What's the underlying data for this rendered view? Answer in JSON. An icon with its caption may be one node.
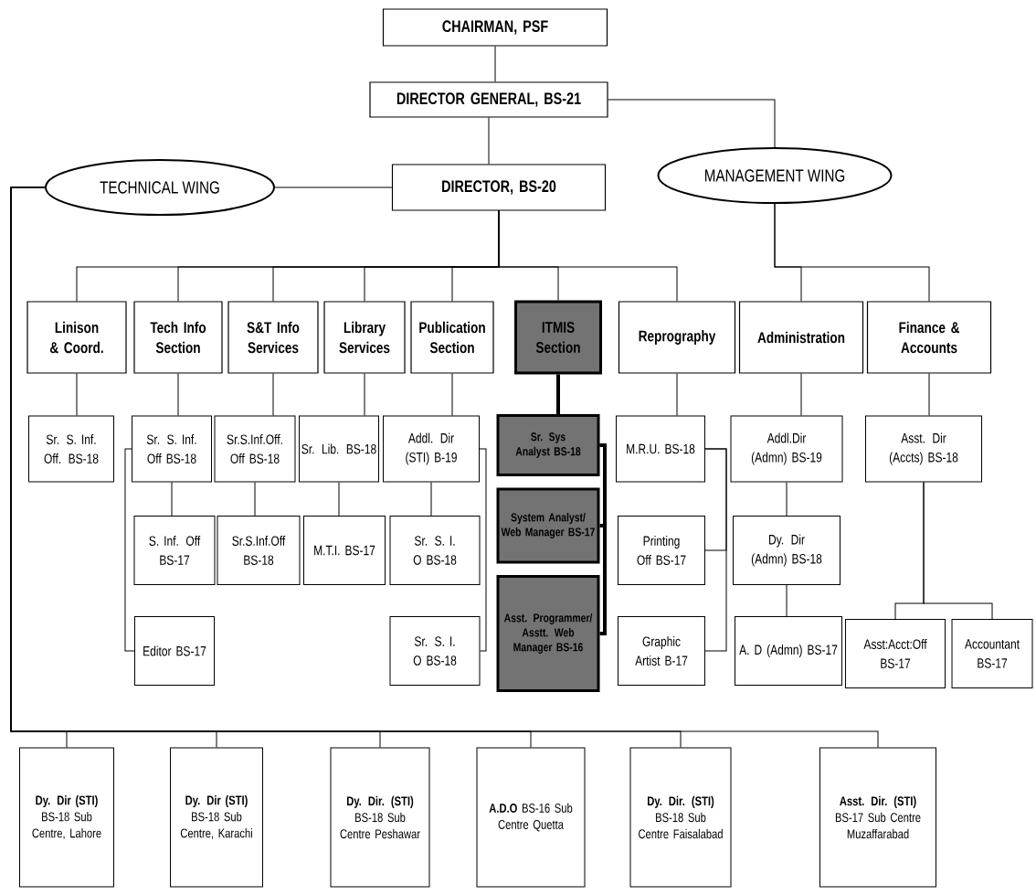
{
  "diagram": {
    "nodes": [
      {
        "text": [
          "CHAIRMAN, PSF"
        ]
      },
      {
        "text": [
          "DIRECTOR GENERAL, BS-21"
        ]
      },
      {
        "text": [
          "TECHNICAL WING"
        ]
      },
      {
        "text": [
          "DIRECTOR, BS-20"
        ]
      },
      {
        "text": [
          "MANAGEMENT WING"
        ]
      },
      {
        "text": [
          "Linison & Coord."
        ]
      },
      {
        "text": [
          "Tech Info Section"
        ]
      },
      {
        "text": [
          "S&T Info Services"
        ]
      },
      {
        "text": [
          "Library Services"
        ]
      },
      {
        "text": [
          "Publication Section"
        ]
      },
      {
        "text": [
          "ITMIS Section"
        ]
      },
      {
        "text": [
          "Reprography"
        ]
      },
      {
        "text": [
          "Administration"
        ]
      },
      {
        "text": [
          "Finance & Accounts"
        ]
      },
      {
        "text": [
          "Sr. S. Inf. Off. BS-18"
        ]
      },
      {
        "text": [
          "Sr. S. Inf. Off BS-18"
        ]
      },
      {
        "text": [
          "Sr.S.Inf.Off. Off BS-18"
        ]
      },
      {
        "text": [
          "Sr. Lib. BS-18"
        ]
      },
      {
        "text": [
          "Addl. Dir (STI) B-19"
        ]
      },
      {
        "text": [
          "Sr. Sys Analyst BS-18"
        ]
      },
      {
        "text": [
          "M.R.U. BS-18"
        ]
      },
      {
        "text": [
          "Addl.Dir (Admn) BS-19"
        ]
      },
      {
        "text": [
          "Asst. Dir (Accts) BS-18"
        ]
      },
      {
        "text": [
          "S. Inf. Off BS-17"
        ]
      },
      {
        "text": [
          "Sr.S.Inf.Off BS-18"
        ]
      },
      {
        "text": [
          "M.T.I. BS-17"
        ]
      },
      {
        "text": [
          "Sr. S. I. O BS-18"
        ]
      },
      {
        "text": [
          "System Analyst/ Web Manager BS-17"
        ]
      },
      {
        "text": [
          "Printing Off BS-17"
        ]
      },
      {
        "text": [
          "Dy. Dir (Admn) BS-18"
        ]
      },
      {
        "text": [
          "Editor BS-17"
        ]
      },
      {
        "text": [
          "Sr. S. I. O BS-18"
        ]
      },
      {
        "text": [
          "Asst. Programmer/ Asstt. Web Manager BS-16"
        ]
      },
      {
        "text": [
          "Graphic Artist B-17"
        ]
      },
      {
        "text": [
          "A. D (Admn) BS-17"
        ]
      },
      {
        "text": [
          "Asst:Acct:Off BS-17"
        ]
      },
      {
        "text": [
          "Accountant BS-17"
        ]
      },
      {
        "text": [
          "**Dy. Dir (STI)** BS-18 Sub Centre, Lahore"
        ]
      },
      {
        "text": [
          "**Dy. Dir (STI)** BS-18 Sub Centre, Karachi"
        ]
      },
      {
        "text": [
          "**Dy. Dir. (STI)** BS-18 Sub Centre Peshawar"
        ]
      },
      {
        "text": [
          "**A.D.O** BS-16 Sub Centre Quetta"
        ]
      },
      {
        "text": [
          "**Dy. Dir. (STI)** BS-18 Sub Centre Faisalabad"
        ]
      },
      {
        "text": [
          "**Asst. Dir. (STI)** BS-17 Sub Centre Muzaffarabad"
        ]
      }
    ],
    "edges": [
      {
        "from": 0,
        "to": 1,
        "arrow": "none"
      },
      {
        "from": 1,
        "to": 3,
        "arrow": "none"
      },
      {
        "from": 1,
        "to": 4,
        "arrow": "none"
      },
      {
        "from": 3,
        "to": 2,
        "arrow": "none"
      },
      {
        "from": 3,
        "to": 5,
        "arrow": "none"
      },
      {
        "from": 3,
        "to": 6,
        "arrow": "none"
      },
      {
        "from": 3,
        "to": 7,
        "arrow": "none"
      },
      {
        "from": 3,
        "to": 8,
        "arrow": "none"
      },
      {
        "from": 3,
        "to": 9,
        "arrow": "none"
      },
      {
        "from": 3,
        "to": 10,
        "arrow": "none"
      },
      {
        "from": 3,
        "to": 11,
        "arrow": "none"
      },
      {
        "from": 4,
        "to": 12,
        "arrow": "none"
      },
      {
        "from": 4,
        "to": 13,
        "arrow": "none"
      },
      {
        "from": 5,
        "to": 14,
        "arrow": "none"
      },
      {
        "from": 6,
        "to": 15,
        "arrow": "none"
      },
      {
        "from": 15,
        "to": 23,
        "arrow": "none"
      },
      {
        "from": 15,
        "to": 30,
        "arrow": "none"
      },
      {
        "from": 7,
        "to": 16,
        "arrow": "none"
      },
      {
        "from": 16,
        "to": 24,
        "arrow": "none"
      },
      {
        "from": 8,
        "to": 17,
        "arrow": "none"
      },
      {
        "from": 17,
        "to": 25,
        "arrow": "none"
      },
      {
        "from": 9,
        "to": 18,
        "arrow": "none"
      },
      {
        "from": 18,
        "to": 26,
        "arrow": "none"
      },
      {
        "from": 18,
        "to": 31,
        "arrow": "none"
      },
      {
        "from": 10,
        "to": 19,
        "arrow": "none",
        "style": "thick"
      },
      {
        "from": 19,
        "to": 27,
        "arrow": "none",
        "style": "thick"
      },
      {
        "from": 19,
        "to": 32,
        "arrow": "none",
        "style": "thick"
      },
      {
        "from": 11,
        "to": 20,
        "arrow": "none"
      },
      {
        "from": 20,
        "to": 28,
        "arrow": "none"
      },
      {
        "from": 20,
        "to": 33,
        "arrow": "none"
      },
      {
        "from": 12,
        "to": 21,
        "arrow": "none"
      },
      {
        "from": 21,
        "to": 29,
        "arrow": "none"
      },
      {
        "from": 29,
        "to": 34,
        "arrow": "none"
      },
      {
        "from": 13,
        "to": 22,
        "arrow": "none"
      },
      {
        "from": 22,
        "to": 35,
        "arrow": "none"
      },
      {
        "from": 22,
        "to": 36,
        "arrow": "none"
      },
      {
        "from": 2,
        "to": 37,
        "arrow": "none"
      },
      {
        "from": 2,
        "to": 38,
        "arrow": "none"
      },
      {
        "from": 2,
        "to": 39,
        "arrow": "none"
      },
      {
        "from": 2,
        "to": 40,
        "arrow": "none"
      },
      {
        "from": 2,
        "to": 41,
        "arrow": "none"
      },
      {
        "from": 2,
        "to": 42,
        "arrow": "none"
      }
    ]
  }
}
